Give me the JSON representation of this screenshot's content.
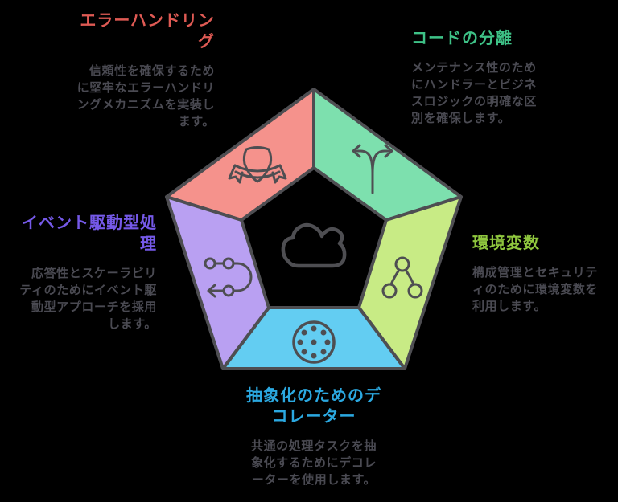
{
  "background_color": "#000000",
  "outline_color": "#4e4e52",
  "description_color": "#4a4a52",
  "center_icon": "cloud-icon",
  "sections": {
    "error_handling": {
      "position": "top-left",
      "title": "エラーハンドリン\nグ",
      "title_color": "#df5a54",
      "description": "信頼性を確保するため\nに堅牢なエラーハンドリ\nングメカニズムを実装し\nます。",
      "segment_color": "#f5928c",
      "icon": "badge-ribbon-icon"
    },
    "code_separation": {
      "position": "top-right",
      "title": "コードの分離",
      "title_color": "#3ec287",
      "description": "メンテナンス性のため\nにハンドラーとビジネ\nスロジックの明確な区\n別を確保します。",
      "segment_color": "#7de0ae",
      "icon": "split-arrows-icon"
    },
    "environment_variables": {
      "position": "right",
      "title": "環境変数",
      "title_color": "#8fc73e",
      "description": "構成管理とセキュリテ\nィのために環境変数を\n利用します。",
      "segment_color": "#c8eb85",
      "icon": "hierarchy-icon"
    },
    "decorators": {
      "position": "bottom",
      "title": "抽象化のためのデ\nコレーター",
      "title_color": "#2ba8e0",
      "description": "共通の処理タスクを抽\n象化するためにデコレ\nーターを使用します。",
      "segment_color": "#63cdf2",
      "icon": "dots-circle-icon"
    },
    "event_driven": {
      "position": "left",
      "title": "イベント駆動型処\n理",
      "title_color": "#7559e8",
      "description": "応答性とスケーラビリ\nティのためにイベント駆\n動型アプローチを採用\nします。",
      "segment_color": "#b9a0f2",
      "icon": "flow-loop-icon"
    }
  }
}
